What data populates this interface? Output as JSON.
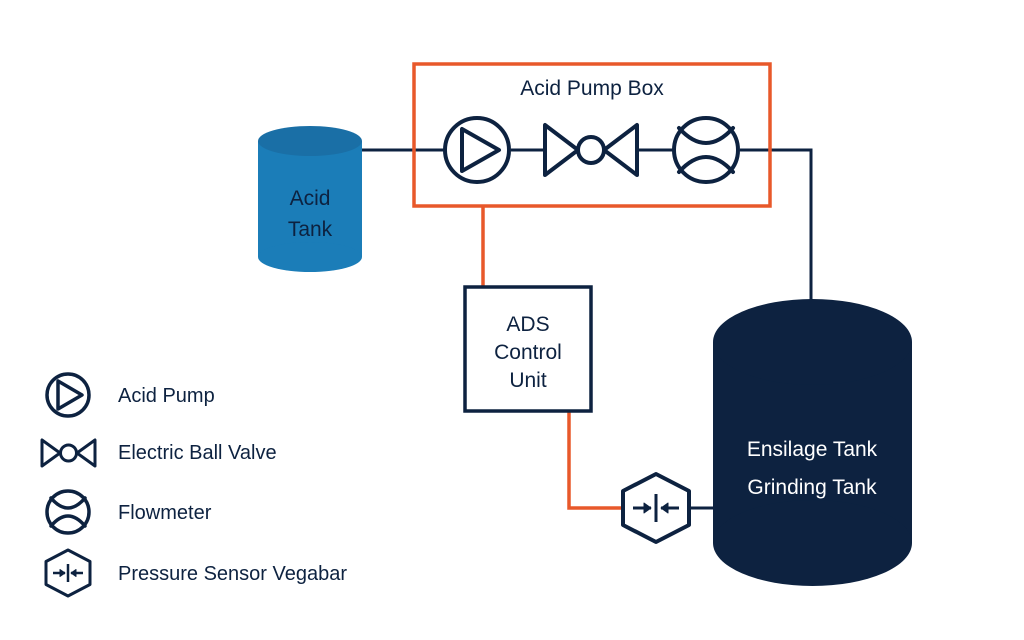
{
  "colors": {
    "navy": "#0d2240",
    "orange": "#e8582a",
    "acid_blue": "#1b7db8",
    "acid_blue_top": "#1a6fa6",
    "white": "#ffffff"
  },
  "pump_box": {
    "title": "Acid Pump Box"
  },
  "acid_tank": {
    "line1": "Acid",
    "line2": "Tank"
  },
  "control_unit": {
    "line1": "ADS",
    "line2": "Control",
    "line3": "Unit"
  },
  "main_tank": {
    "line1": "Ensilage Tank",
    "line2": "Grinding Tank"
  },
  "legend": {
    "pump": "Acid Pump",
    "valve": "Electric Ball Valve",
    "flowmeter": "Flowmeter",
    "sensor": "Pressure Sensor Vegabar"
  },
  "icons": {
    "pump": "pump-icon",
    "valve": "ball-valve-icon",
    "flowmeter": "flowmeter-icon",
    "sensor": "pressure-sensor-icon"
  }
}
